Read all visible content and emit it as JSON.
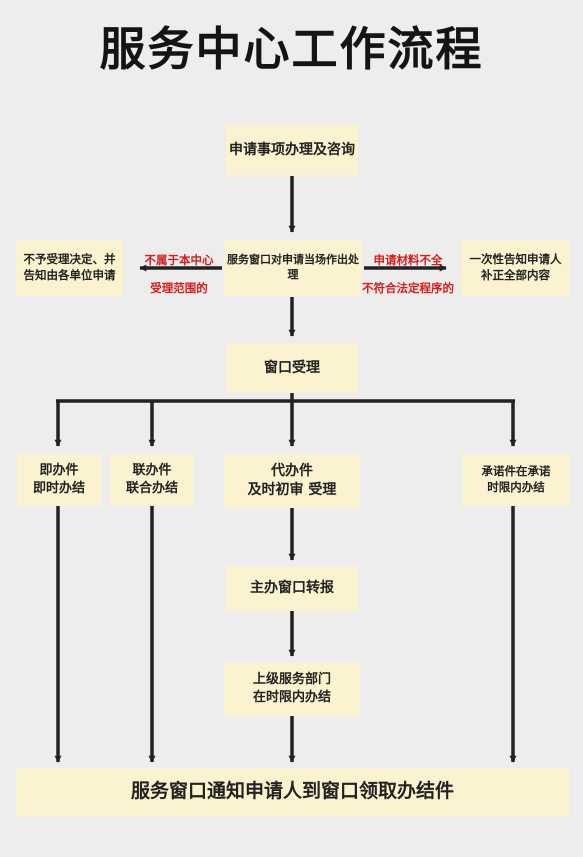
{
  "title": "服务中心工作流程",
  "nodes": {
    "apply": "申请事项办理及咨询",
    "onsite": "服务窗口对申请当场作出处理",
    "reject": [
      "不予受理决定、并",
      "告知由各单位申请"
    ],
    "notify_all": [
      "一次性告知申请人",
      "补正全部内容"
    ],
    "accept": "窗口受理",
    "instant": [
      "即办件",
      "即时办结"
    ],
    "joint": [
      "联办件",
      "联合办结"
    ],
    "proxy": [
      "代办件",
      "及时初审 受理"
    ],
    "promise": [
      "承诺件在承诺",
      "时限内办结"
    ],
    "report": "主办窗口转报",
    "superior": [
      "上级服务部门",
      "在时限内办结"
    ],
    "final": "服务窗口通知申请人到窗口领取办结件"
  },
  "labels": {
    "left": [
      "不属于本中心",
      "受理范围的"
    ],
    "right": [
      "申请材料不全",
      "不符合法定程序的"
    ]
  },
  "colors": {
    "background": "#ededed",
    "box": "#fbf3cf",
    "line": "#222222",
    "label_red": "#d71c1c"
  }
}
